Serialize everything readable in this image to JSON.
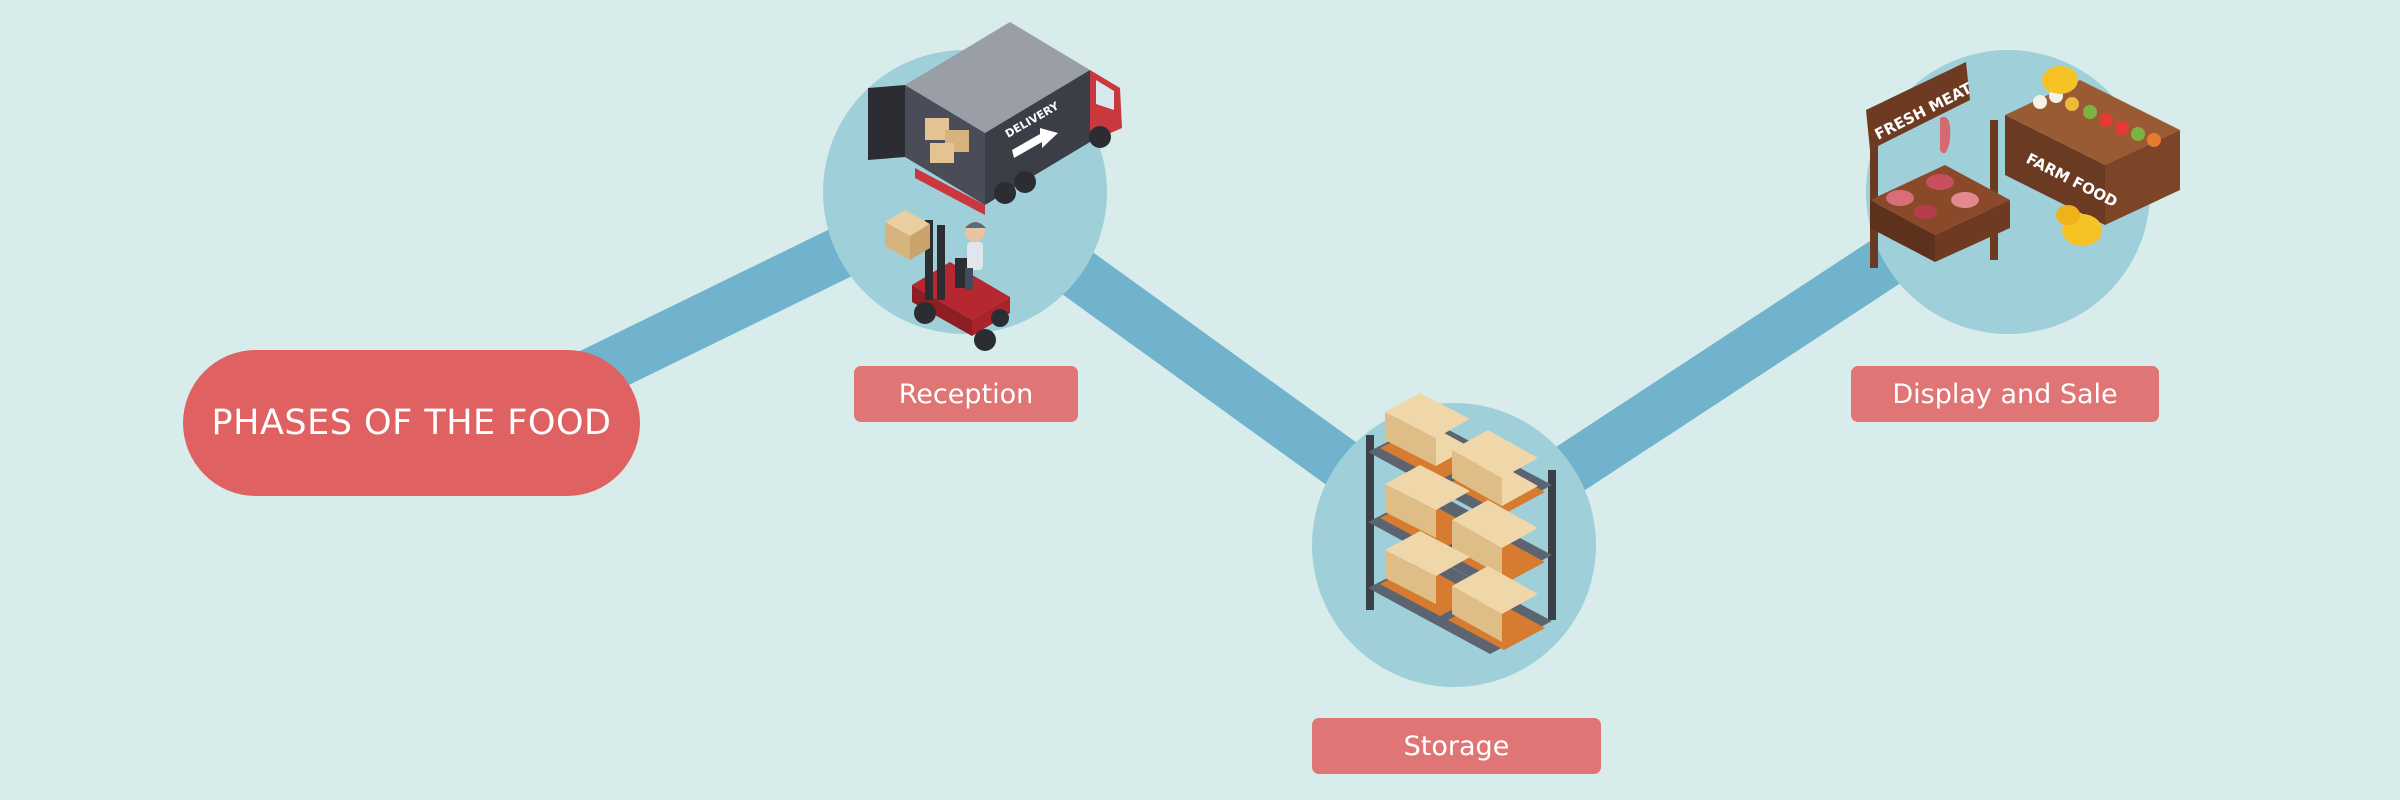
{
  "diagram": {
    "title": "PHASES OF THE FOOD",
    "stages": [
      {
        "label": "Reception",
        "icon": "delivery-truck-forklift-icon"
      },
      {
        "label": "Storage",
        "icon": "warehouse-shelves-icon"
      },
      {
        "label": "Display and Sale",
        "icon": "market-stalls-icon"
      }
    ]
  },
  "illustration_text": {
    "truck": "DELIVERY",
    "meat_stall": "FRESH MEAT",
    "farm_stall": "FARM FOOD"
  },
  "colors": {
    "background": "#d8ecec",
    "connector": "#71b3cd",
    "circle": "#9fcfd9",
    "title_pill": "#e06161",
    "label_box": "#e07576"
  }
}
